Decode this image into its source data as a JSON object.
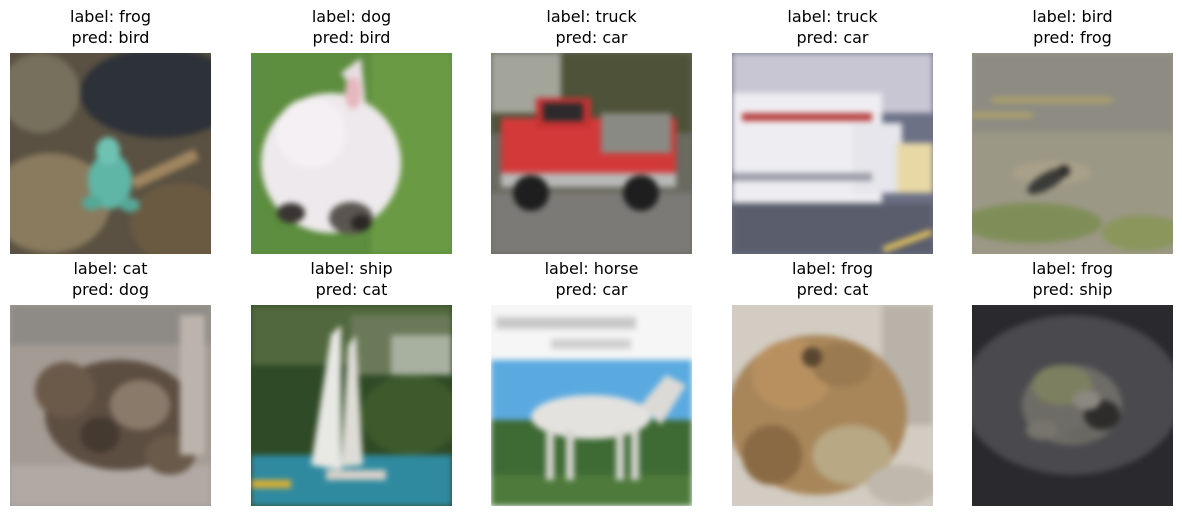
{
  "grid": {
    "cells": [
      {
        "label": "label: frog",
        "pred": "pred: bird",
        "image": "green frog on leaf litter"
      },
      {
        "label": "label: dog",
        "pred": "pred: bird",
        "image": "white puppy on grass"
      },
      {
        "label": "label: truck",
        "pred": "pred: car",
        "image": "red pickup truck"
      },
      {
        "label": "label: truck",
        "pred": "pred: car",
        "image": "white box truck in parking lot"
      },
      {
        "label": "label: bird",
        "pred": "pred: frog",
        "image": "small dark bird on ground"
      },
      {
        "label": "label: cat",
        "pred": "pred: dog",
        "image": "tabby kitten"
      },
      {
        "label": "label: ship",
        "pred": "pred: cat",
        "image": "sailboat on water"
      },
      {
        "label": "label: horse",
        "pred": "pred: car",
        "image": "white horse with blurred caption"
      },
      {
        "label": "label: frog",
        "pred": "pred: cat",
        "image": "brown toad close-up"
      },
      {
        "label": "label: frog",
        "pred": "pred: ship",
        "image": "toad on dark background"
      }
    ]
  }
}
